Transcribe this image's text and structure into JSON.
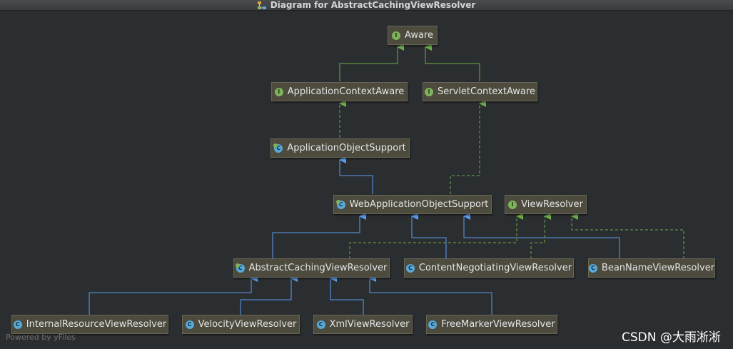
{
  "window": {
    "title": "Diagram for AbstractCachingViewResolver"
  },
  "colors": {
    "background": "#2b2e30",
    "node_fill": "#4d4a3e",
    "extends_arrow": "#5b9cf0",
    "implements_arrow": "#6eac4c",
    "class_badge": "#59a9d9",
    "interface_badge": "#7fb35b"
  },
  "nodes": {
    "aware": {
      "label": "Aware",
      "kind": "interface",
      "badge": "I"
    },
    "application_context_aware": {
      "label": "ApplicationContextAware",
      "kind": "interface",
      "badge": "I"
    },
    "servlet_context_aware": {
      "label": "ServletContextAware",
      "kind": "interface",
      "badge": "I"
    },
    "application_object_support": {
      "label": "ApplicationObjectSupport",
      "kind": "abstract-class",
      "badge": "C"
    },
    "web_application_object_support": {
      "label": "WebApplicationObjectSupport",
      "kind": "abstract-class",
      "badge": "C"
    },
    "view_resolver": {
      "label": "ViewResolver",
      "kind": "interface",
      "badge": "I"
    },
    "abstract_caching_view_resolver": {
      "label": "AbstractCachingViewResolver",
      "kind": "abstract-class",
      "badge": "C"
    },
    "content_negotiating_view_resolver": {
      "label": "ContentNegotiatingViewResolver",
      "kind": "class",
      "badge": "C"
    },
    "bean_name_view_resolver": {
      "label": "BeanNameViewResolver",
      "kind": "class",
      "badge": "C"
    },
    "internal_resource_view_resolver": {
      "label": "InternalResourceViewResolver",
      "kind": "class",
      "badge": "C"
    },
    "velocity_view_resolver": {
      "label": "VelocityViewResolver",
      "kind": "class",
      "badge": "C"
    },
    "xml_view_resolver": {
      "label": "XmlViewResolver",
      "kind": "class",
      "badge": "C"
    },
    "freemarker_view_resolver": {
      "label": "FreeMarkerViewResolver",
      "kind": "class",
      "badge": "C"
    }
  },
  "footer": {
    "powered_by": "Powered by yFiles"
  },
  "watermark": "CSDN @大雨淅淅"
}
